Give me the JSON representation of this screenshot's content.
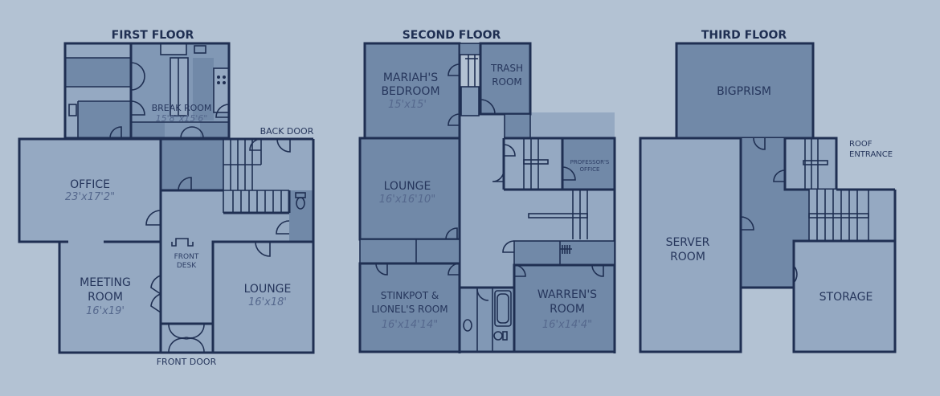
{
  "floors": {
    "first": {
      "title": "FIRST FLOOR",
      "rooms": {
        "break_room": {
          "name": "BREAK ROOM",
          "dim": "15'8\"x15'6\""
        },
        "office": {
          "name": "OFFICE",
          "dim": "23'x17'2\""
        },
        "meeting_room": {
          "name_line1": "MEETING",
          "name_line2": "ROOM",
          "dim": "16'x19'"
        },
        "lounge": {
          "name": "LOUNGE",
          "dim": "16'x18'"
        },
        "front_desk": {
          "name_line1": "FRONT",
          "name_line2": "DESK"
        }
      },
      "exterior_labels": {
        "back_door": "BACK DOOR",
        "front_door": "FRONT DOOR"
      }
    },
    "second": {
      "title": "SECOND FLOOR",
      "rooms": {
        "mariahs_bedroom": {
          "name_line1": "MARIAH'S",
          "name_line2": "BEDROOM",
          "dim": "15'x15'"
        },
        "trash_room": {
          "name_line1": "TRASH",
          "name_line2": "ROOM"
        },
        "lounge": {
          "name": "LOUNGE",
          "dim": "16'x16'10\""
        },
        "professors_office": {
          "name_line1": "PROFESSOR'S",
          "name_line2": "OFFICE"
        },
        "stinkpot_lionel": {
          "name_line1": "STINKPOT &",
          "name_line2": "LIONEL'S ROOM",
          "dim": "16'x14'14\""
        },
        "warrens_room": {
          "name_line1": "WARREN'S",
          "name_line2": "ROOM",
          "dim": "16'x14'4\""
        }
      }
    },
    "third": {
      "title": "THIRD FLOOR",
      "rooms": {
        "bigprism": {
          "name": "BIGPRISM"
        },
        "server_room": {
          "name_line1": "SERVER",
          "name_line2": "ROOM"
        },
        "storage": {
          "name": "STORAGE"
        }
      },
      "exterior_labels": {
        "roof_entrance_line1": "ROOF",
        "roof_entrance_line2": "ENTRANCE"
      }
    }
  },
  "colors": {
    "background": "#b3c2d3",
    "wall": "#1f2f52",
    "room_light": "#95a9c2",
    "room_dark": "#7189a8"
  }
}
